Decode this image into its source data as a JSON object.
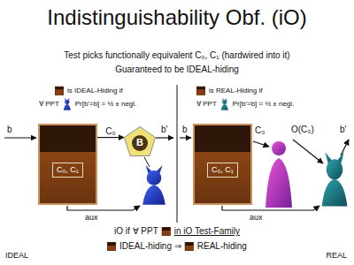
{
  "diagram": {
    "title": "Indistinguishability Obf. (iO)",
    "nodes": [
      {
        "text": [
          "C₀, C₁"
        ]
      },
      {
        "text": [
          "B"
        ]
      },
      {
        "text": [
          "C₀, C₁"
        ]
      }
    ],
    "edges": [
      {
        "from": 0,
        "to": 1,
        "label": "C₀",
        "arrow": "to"
      }
    ],
    "labels": [
      "Test picks functionally equivalent C₀, C₁ (hardwired into it)",
      "Guaranteed to be IDEAL-hiding",
      "is IDEAL-Hiding if",
      "∀ PPT",
      "Pr[b'=b] = ½ ± negl.",
      "is REAL-Hiding if",
      "∀ PPT",
      "Pr[b'=b] = ½ ± negl.",
      "b",
      "b'",
      "aux",
      "b",
      "C₀",
      "O(C₀)",
      "b'",
      "aux",
      "iO if ∀ PPT",
      "in iO Test-Family",
      "IDEAL-hiding ⇒",
      "REAL-hiding",
      "IDEAL",
      "REAL"
    ]
  }
}
